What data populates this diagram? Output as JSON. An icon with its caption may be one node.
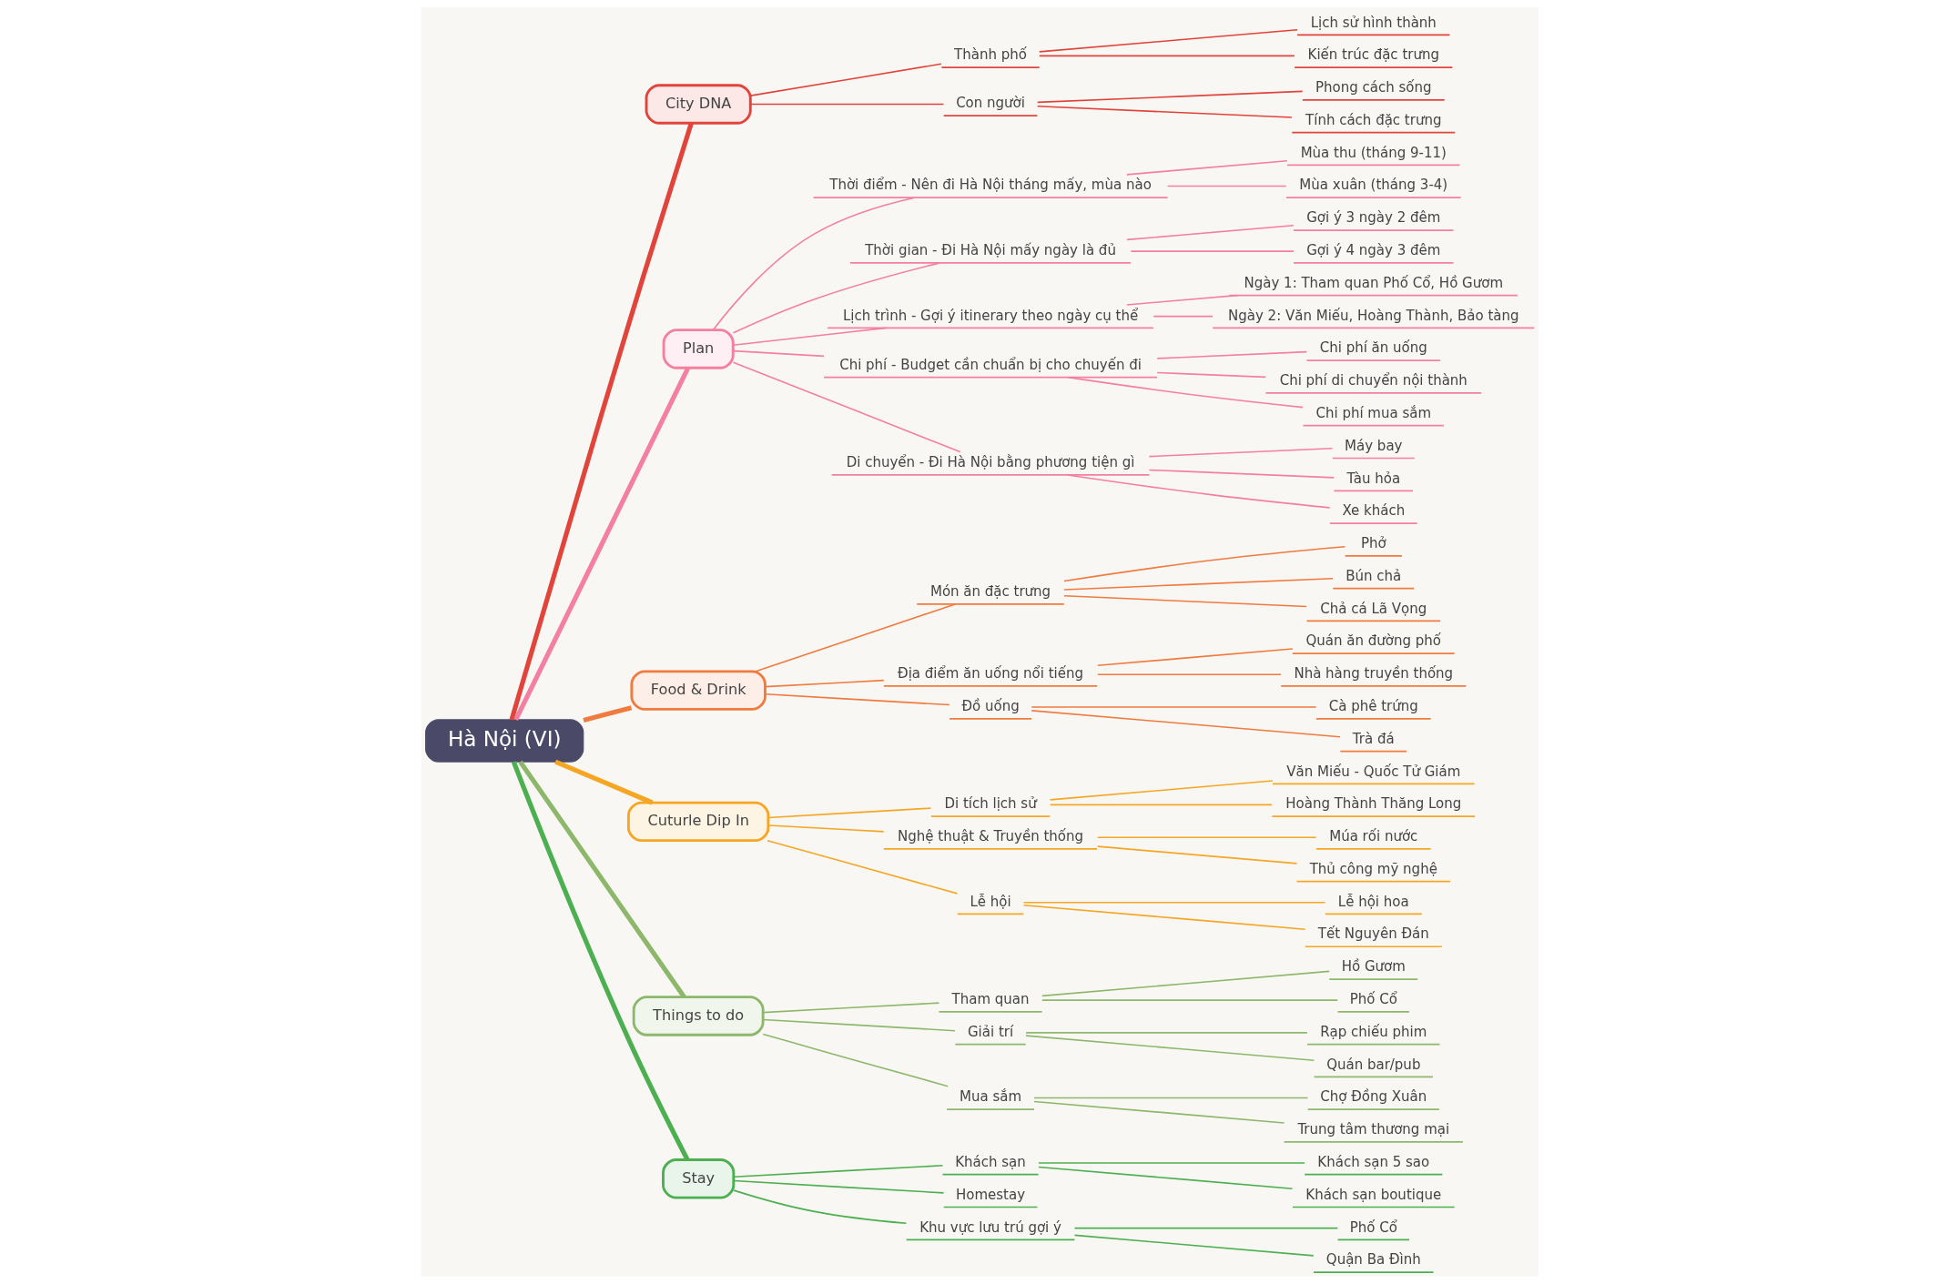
{
  "diagram": {
    "nodes": [
      {
        "text": [
          "Hà Nội (VI)"
        ]
      },
      {
        "text": [
          "City DNA"
        ]
      },
      {
        "text": [
          "Thành phố"
        ]
      },
      {
        "text": [
          "Lịch sử hình thành"
        ]
      },
      {
        "text": [
          "Kiến trúc đặc trưng"
        ]
      },
      {
        "text": [
          "Con người"
        ]
      },
      {
        "text": [
          "Phong cách sống"
        ]
      },
      {
        "text": [
          "Tính cách đặc trưng"
        ]
      },
      {
        "text": [
          "Plan"
        ]
      },
      {
        "text": [
          "Thời điểm - Nên đi Hà Nội tháng mấy, mùa nào"
        ]
      },
      {
        "text": [
          "Mùa thu (tháng 9-11)"
        ]
      },
      {
        "text": [
          "Mùa xuân (tháng 3-4)"
        ]
      },
      {
        "text": [
          "Thời gian - Đi Hà Nội mấy ngày là đủ"
        ]
      },
      {
        "text": [
          "Gợi ý 3 ngày 2 đêm"
        ]
      },
      {
        "text": [
          "Gợi ý 4 ngày 3 đêm"
        ]
      },
      {
        "text": [
          "Lịch trình - Gợi ý itinerary theo ngày cụ thể"
        ]
      },
      {
        "text": [
          "Ngày 1: Tham quan Phố Cổ, Hồ Gươm"
        ]
      },
      {
        "text": [
          "Ngày 2: Văn Miếu, Hoàng Thành, Bảo tàng"
        ]
      },
      {
        "text": [
          "Chi phí - Budget cần chuẩn bị cho chuyến đi"
        ]
      },
      {
        "text": [
          "Chi phí ăn uống"
        ]
      },
      {
        "text": [
          "Chi phí di chuyển nội thành"
        ]
      },
      {
        "text": [
          "Chi phí mua sắm"
        ]
      },
      {
        "text": [
          "Di chuyển - Đi Hà Nội bằng phương tiện gì"
        ]
      },
      {
        "text": [
          "Máy bay"
        ]
      },
      {
        "text": [
          "Tàu hỏa"
        ]
      },
      {
        "text": [
          "Xe khách"
        ]
      },
      {
        "text": [
          "Food & Drink"
        ]
      },
      {
        "text": [
          "Món ăn đặc trưng"
        ]
      },
      {
        "text": [
          "Phở"
        ]
      },
      {
        "text": [
          "Bún chả"
        ]
      },
      {
        "text": [
          "Chả cá Lã Vọng"
        ]
      },
      {
        "text": [
          "Địa điểm ăn uống nổi tiếng"
        ]
      },
      {
        "text": [
          "Quán ăn đường phố"
        ]
      },
      {
        "text": [
          "Nhà hàng truyền thống"
        ]
      },
      {
        "text": [
          "Đồ uống"
        ]
      },
      {
        "text": [
          "Cà phê trứng"
        ]
      },
      {
        "text": [
          "Trà đá"
        ]
      },
      {
        "text": [
          "Cuturle Dip In"
        ]
      },
      {
        "text": [
          "Di tích lịch sử"
        ]
      },
      {
        "text": [
          "Văn Miếu - Quốc Tử Giám"
        ]
      },
      {
        "text": [
          "Hoàng Thành Thăng Long"
        ]
      },
      {
        "text": [
          "Nghệ thuật & Truyền thống"
        ]
      },
      {
        "text": [
          "Múa rối nước"
        ]
      },
      {
        "text": [
          "Thủ công mỹ nghệ"
        ]
      },
      {
        "text": [
          "Lễ hội"
        ]
      },
      {
        "text": [
          "Lễ hội hoa"
        ]
      },
      {
        "text": [
          "Tết Nguyên Đán"
        ]
      },
      {
        "text": [
          "Things to do"
        ]
      },
      {
        "text": [
          "Tham quan"
        ]
      },
      {
        "text": [
          "Hồ Gươm"
        ]
      },
      {
        "text": [
          "Phố Cổ"
        ]
      },
      {
        "text": [
          "Giải trí"
        ]
      },
      {
        "text": [
          "Rạp chiếu phim"
        ]
      },
      {
        "text": [
          "Quán bar/pub"
        ]
      },
      {
        "text": [
          "Mua sắm"
        ]
      },
      {
        "text": [
          "Chợ Đồng Xuân"
        ]
      },
      {
        "text": [
          "Trung tâm thương mại"
        ]
      },
      {
        "text": [
          "Stay"
        ]
      },
      {
        "text": [
          "Khách sạn"
        ]
      },
      {
        "text": [
          "Khách sạn 5 sao"
        ]
      },
      {
        "text": [
          "Khách sạn boutique"
        ]
      },
      {
        "text": [
          "Homestay"
        ]
      },
      {
        "text": [
          "Khu vực lưu trú gợi ý"
        ]
      },
      {
        "text": [
          "Phố Cổ"
        ]
      },
      {
        "text": [
          "Quận Ba Đình"
        ]
      }
    ],
    "edges": [
      {
        "from": 0,
        "to": 1,
        "arrow": "none",
        "style": "thick",
        "color": "#e0443a"
      },
      {
        "from": 1,
        "to": 2,
        "arrow": "none",
        "color": "#e0443a"
      },
      {
        "from": 2,
        "to": 3,
        "arrow": "none",
        "color": "#e0443a"
      },
      {
        "from": 2,
        "to": 4,
        "arrow": "none",
        "color": "#e0443a"
      },
      {
        "from": 1,
        "to": 5,
        "arrow": "none",
        "color": "#e0443a"
      },
      {
        "from": 5,
        "to": 6,
        "arrow": "none",
        "color": "#e0443a"
      },
      {
        "from": 5,
        "to": 7,
        "arrow": "none",
        "color": "#e0443a"
      },
      {
        "from": 0,
        "to": 8,
        "arrow": "none",
        "style": "thick",
        "color": "#f47fa0"
      },
      {
        "from": 8,
        "to": 9,
        "arrow": "none",
        "color": "#f47fa0"
      },
      {
        "from": 9,
        "to": 10,
        "arrow": "none",
        "color": "#f47fa0"
      },
      {
        "from": 9,
        "to": 11,
        "arrow": "none",
        "color": "#f47fa0"
      },
      {
        "from": 8,
        "to": 12,
        "arrow": "none",
        "color": "#f47fa0"
      },
      {
        "from": 12,
        "to": 13,
        "arrow": "none",
        "color": "#f47fa0"
      },
      {
        "from": 12,
        "to": 14,
        "arrow": "none",
        "color": "#f47fa0"
      },
      {
        "from": 8,
        "to": 15,
        "arrow": "none",
        "color": "#f47fa0"
      },
      {
        "from": 15,
        "to": 16,
        "arrow": "none",
        "color": "#f47fa0"
      },
      {
        "from": 15,
        "to": 17,
        "arrow": "none",
        "color": "#f47fa0"
      },
      {
        "from": 8,
        "to": 18,
        "arrow": "none",
        "color": "#f47fa0"
      },
      {
        "from": 18,
        "to": 19,
        "arrow": "none",
        "color": "#f47fa0"
      },
      {
        "from": 18,
        "to": 20,
        "arrow": "none",
        "color": "#f47fa0"
      },
      {
        "from": 18,
        "to": 21,
        "arrow": "none",
        "color": "#f47fa0"
      },
      {
        "from": 8,
        "to": 22,
        "arrow": "none",
        "color": "#f47fa0"
      },
      {
        "from": 22,
        "to": 23,
        "arrow": "none",
        "color": "#f47fa0"
      },
      {
        "from": 22,
        "to": 24,
        "arrow": "none",
        "color": "#f47fa0"
      },
      {
        "from": 22,
        "to": 25,
        "arrow": "none",
        "color": "#f47fa0"
      },
      {
        "from": 0,
        "to": 26,
        "arrow": "none",
        "style": "thick",
        "color": "#f07b3f"
      },
      {
        "from": 26,
        "to": 27,
        "arrow": "none",
        "color": "#f07b3f"
      },
      {
        "from": 27,
        "to": 28,
        "arrow": "none",
        "color": "#f07b3f"
      },
      {
        "from": 27,
        "to": 29,
        "arrow": "none",
        "color": "#f07b3f"
      },
      {
        "from": 27,
        "to": 30,
        "arrow": "none",
        "color": "#f07b3f"
      },
      {
        "from": 26,
        "to": 31,
        "arrow": "none",
        "color": "#f07b3f"
      },
      {
        "from": 31,
        "to": 32,
        "arrow": "none",
        "color": "#f07b3f"
      },
      {
        "from": 31,
        "to": 33,
        "arrow": "none",
        "color": "#f07b3f"
      },
      {
        "from": 26,
        "to": 34,
        "arrow": "none",
        "color": "#f07b3f"
      },
      {
        "from": 34,
        "to": 35,
        "arrow": "none",
        "color": "#f07b3f"
      },
      {
        "from": 34,
        "to": 36,
        "arrow": "none",
        "color": "#f07b3f"
      },
      {
        "from": 0,
        "to": 37,
        "arrow": "none",
        "style": "thick",
        "color": "#f5a623"
      },
      {
        "from": 37,
        "to": 38,
        "arrow": "none",
        "color": "#f5a623"
      },
      {
        "from": 38,
        "to": 39,
        "arrow": "none",
        "color": "#f5a623"
      },
      {
        "from": 38,
        "to": 40,
        "arrow": "none",
        "color": "#f5a623"
      },
      {
        "from": 37,
        "to": 41,
        "arrow": "none",
        "color": "#f5a623"
      },
      {
        "from": 41,
        "to": 42,
        "arrow": "none",
        "color": "#f5a623"
      },
      {
        "from": 41,
        "to": 43,
        "arrow": "none",
        "color": "#f5a623"
      },
      {
        "from": 37,
        "to": 44,
        "arrow": "none",
        "color": "#f5a623"
      },
      {
        "from": 44,
        "to": 45,
        "arrow": "none",
        "color": "#f5a623"
      },
      {
        "from": 44,
        "to": 46,
        "arrow": "none",
        "color": "#f5a623"
      },
      {
        "from": 0,
        "to": 47,
        "arrow": "none",
        "style": "thick",
        "color": "#8db86b"
      },
      {
        "from": 47,
        "to": 48,
        "arrow": "none",
        "color": "#8db86b"
      },
      {
        "from": 48,
        "to": 49,
        "arrow": "none",
        "color": "#8db86b"
      },
      {
        "from": 48,
        "to": 50,
        "arrow": "none",
        "color": "#8db86b"
      },
      {
        "from": 47,
        "to": 51,
        "arrow": "none",
        "color": "#8db86b"
      },
      {
        "from": 51,
        "to": 52,
        "arrow": "none",
        "color": "#8db86b"
      },
      {
        "from": 51,
        "to": 53,
        "arrow": "none",
        "color": "#8db86b"
      },
      {
        "from": 47,
        "to": 54,
        "arrow": "none",
        "color": "#8db86b"
      },
      {
        "from": 54,
        "to": 55,
        "arrow": "none",
        "color": "#8db86b"
      },
      {
        "from": 54,
        "to": 56,
        "arrow": "none",
        "color": "#8db86b"
      },
      {
        "from": 0,
        "to": 57,
        "arrow": "none",
        "style": "thick",
        "color": "#4caf50"
      },
      {
        "from": 57,
        "to": 58,
        "arrow": "none",
        "color": "#4caf50"
      },
      {
        "from": 58,
        "to": 59,
        "arrow": "none",
        "color": "#4caf50"
      },
      {
        "from": 58,
        "to": 60,
        "arrow": "none",
        "color": "#4caf50"
      },
      {
        "from": 57,
        "to": 61,
        "arrow": "none",
        "color": "#4caf50"
      },
      {
        "from": 57,
        "to": 62,
        "arrow": "none",
        "color": "#4caf50"
      },
      {
        "from": 62,
        "to": 63,
        "arrow": "none",
        "color": "#4caf50"
      },
      {
        "from": 62,
        "to": 64,
        "arrow": "none",
        "color": "#4caf50"
      }
    ]
  }
}
